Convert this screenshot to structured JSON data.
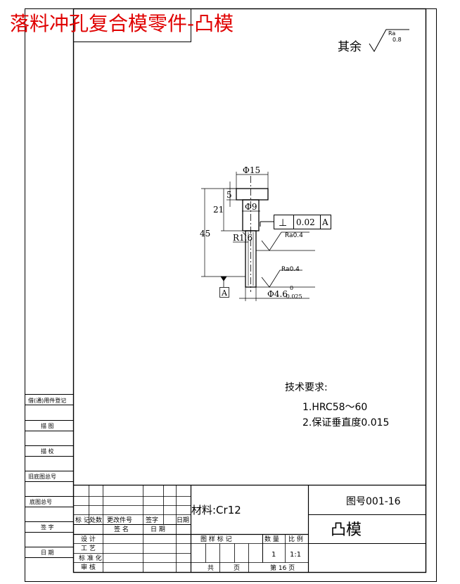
{
  "title": "落料冲孔复合模零件-凸模",
  "roughness_other": {
    "label": "其余",
    "ra_symbol": "Ra",
    "ra_value": "0.8"
  },
  "dims": {
    "head_dia": "Φ15",
    "head_h": "5",
    "len_21": "21",
    "len_45": "45",
    "neck_dia": "Φ9",
    "radius": "R1.6",
    "tip_dia": "Φ4.6",
    "tip_tol_upper": "0",
    "tip_tol_lower": "-0.025",
    "ra_a": "Ra0.4",
    "ra_b": "Ra0.4",
    "datum": "A"
  },
  "tolerance_frame": {
    "symbol": "⊥",
    "value": "0.02",
    "datum": "A"
  },
  "tech_req": {
    "heading": "技术要求:",
    "items": [
      "1.HRC58～60",
      "2.保证垂直度0.015"
    ]
  },
  "left_strip": [
    "借(通)用件登记",
    "描 图",
    "描 校",
    "旧底图总号",
    "底图总号",
    "签 字",
    "日 期"
  ],
  "title_block": {
    "material": "材料:Cr12",
    "drawing_no": "图号001-16",
    "part_name": "凸模",
    "rev_headers": [
      "标 记",
      "处数",
      "更改件号",
      "签字",
      "日期"
    ],
    "sign_headers": [
      "签 名",
      "日 期"
    ],
    "roles": [
      "设 计",
      "工 艺",
      "标 准 化",
      "审 核"
    ],
    "stage_label": "图 样 标 记",
    "qty_label": "数 量",
    "scale_label": "比 例",
    "qty": "1",
    "scale": "1:1",
    "total_label": "共",
    "page_label": "页",
    "sheet_no": "第 16 页"
  },
  "colors": {
    "title": "#e00000",
    "line": "#000000"
  }
}
